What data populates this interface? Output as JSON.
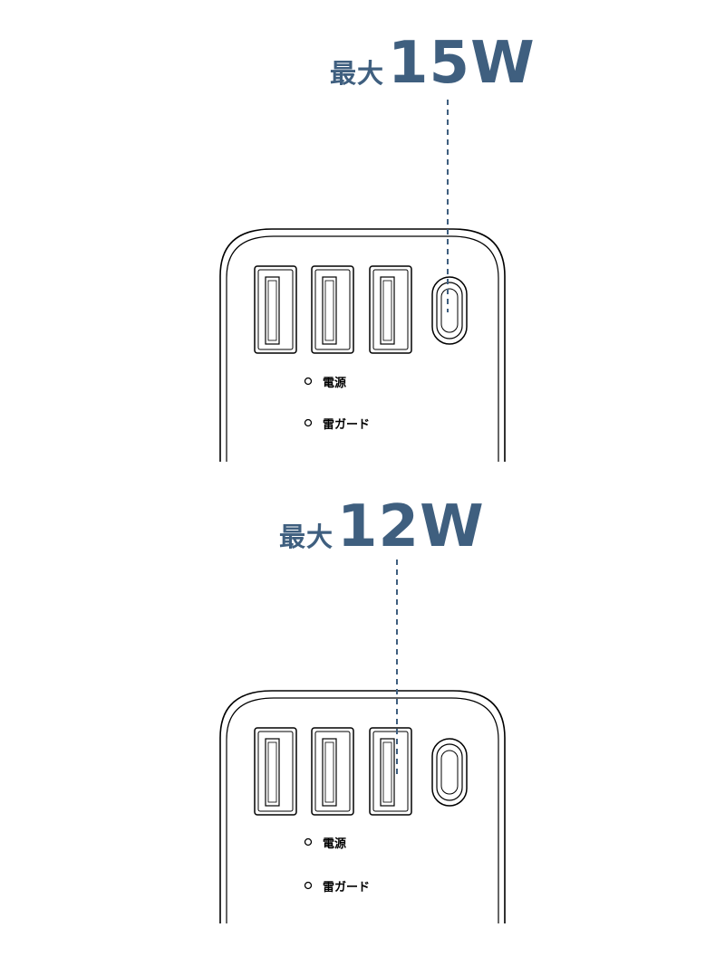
{
  "colors": {
    "accent": "#3f5f7f",
    "line": "#000000"
  },
  "panels": [
    {
      "callout": {
        "prefix": "最大",
        "value": "15W"
      },
      "highlighted_port": "usb-c-port",
      "indicators": {
        "power": "電源",
        "surge": "雷ガード"
      }
    },
    {
      "callout": {
        "prefix": "最大",
        "value": "12W"
      },
      "highlighted_port": "usb-a-port-3",
      "indicators": {
        "power": "電源",
        "surge": "雷ガード"
      }
    }
  ]
}
